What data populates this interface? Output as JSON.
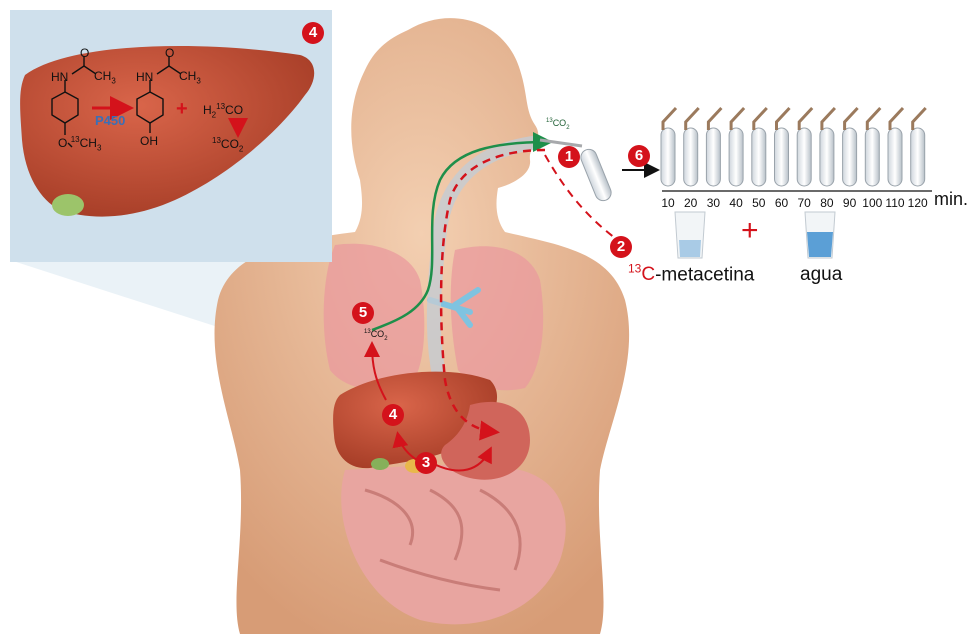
{
  "badges": {
    "b1": "1",
    "b2": "2",
    "b3": "3",
    "b4_body": "4",
    "b4_inset": "4",
    "b5": "5",
    "b6": "6"
  },
  "co2_label": {
    "base": "CO",
    "iso": "13",
    "sub": "2"
  },
  "reaction": {
    "enzyme": "P450",
    "plus": "+",
    "reactant_nh": "HN",
    "reactant_ch3": "CH",
    "reactant_ch3_sub": "3",
    "reactant_o": "O",
    "reactant_o_iso": "13",
    "reactant_och3": "CH",
    "reactant_och3_sub": "3",
    "product_nh": "HN",
    "product_ch3": "CH",
    "product_ch3_sub": "3",
    "product_oh": "OH",
    "product_o": "O",
    "formaldehyde_h": "H",
    "formaldehyde_sub": "2",
    "formaldehyde_iso": "13",
    "formaldehyde_co": "CO",
    "co2_iso": "13",
    "co2": "CO",
    "co2_sub": "2"
  },
  "substance": {
    "iso": "13",
    "element": "C",
    "name": "-metacetina"
  },
  "water": "agua",
  "plus": "+",
  "time_axis": {
    "ticks": [
      "10",
      "20",
      "30",
      "40",
      "50",
      "60",
      "70",
      "80",
      "90",
      "100",
      "110",
      "120"
    ],
    "unit": "min."
  },
  "colors": {
    "badge": "#d4121b",
    "breath_path": "#1e8f4a",
    "tracer_path": "#d4121b",
    "enzyme_text": "#3b6fb6",
    "skin": "#e8b896",
    "liver": "#b8452c"
  }
}
